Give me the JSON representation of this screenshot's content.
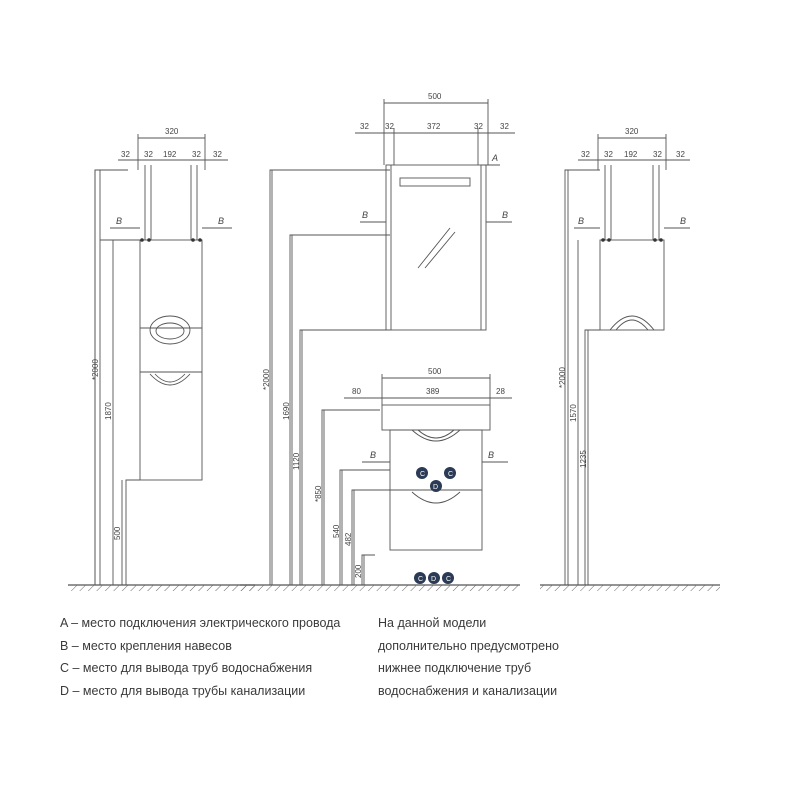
{
  "markers": {
    "a": "A",
    "b": "B",
    "c": "C",
    "d": "D"
  },
  "left_cabinet": {
    "width_total": "320",
    "w1": "32",
    "w2": "32",
    "w3": "192",
    "w4": "32",
    "w5": "32",
    "h_total": "*2000",
    "h_mount": "1870",
    "h_floor": "500"
  },
  "middle": {
    "mirror_width": "500",
    "m1": "32",
    "m2": "32",
    "m3": "372",
    "m4": "32",
    "m5": "32",
    "vanity_width": "500",
    "v1": "80",
    "v2": "389",
    "v3": "28",
    "h_total": "*2000",
    "h_mirror_top": "1690",
    "h_mirror_bottom": "1120",
    "h_vanity_top": "*850",
    "h_540": "540",
    "h_482": "482",
    "h_200": "200"
  },
  "right_cabinet": {
    "width_total": "320",
    "w1": "32",
    "w2": "32",
    "w3": "192",
    "w4": "32",
    "w5": "32",
    "h_total": "*2000",
    "h_mount": "1570",
    "h_floor": "1235"
  },
  "legend_left": [
    "A – место подключения электрического провода",
    "B – место крепления навесов",
    "C – место для вывода труб водоснабжения",
    "D – место для вывода трубы канализации"
  ],
  "legend_right": [
    "На данной модели",
    "дополнительно предусмотрено",
    "нижнее подключение труб",
    "водоснабжения и канализации"
  ],
  "colors": {
    "line": "#444444",
    "marker_fill": "#2b3a55"
  }
}
